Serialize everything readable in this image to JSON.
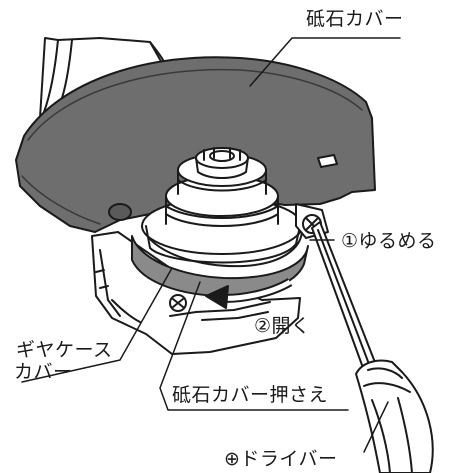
{
  "labels": {
    "wheel_guard": "砥石カバー",
    "loosen": "①ゆるめる",
    "open": "②開く",
    "gear_case_cover_line1": "ギヤケース",
    "gear_case_cover_line2": "カバー",
    "guard_clamp": "砥石カバー押さえ",
    "screwdriver": "⊕ドライバー"
  }
}
